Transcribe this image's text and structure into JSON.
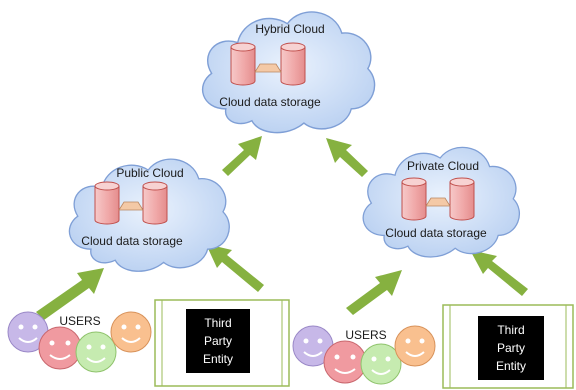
{
  "hybrid": {
    "title": "Hybrid Cloud",
    "storage_label": "Cloud data storage"
  },
  "public": {
    "title": "Public Cloud",
    "storage_label": "Cloud data storage"
  },
  "private": {
    "title": "Private Cloud",
    "storage_label": "Cloud data storage"
  },
  "users_left": {
    "label": "USERS"
  },
  "users_right": {
    "label": "USERS"
  },
  "third_party_left": {
    "line1": "Third",
    "line2": "Party",
    "line3": "Entity"
  },
  "third_party_right": {
    "line1": "Third",
    "line2": "Party",
    "line3": "Entity"
  },
  "colors": {
    "cloud_fill": "#cfe0f7",
    "cloud_stroke": "#7f9fd6",
    "db_fill": "#f3b8b8",
    "db_stroke": "#c0504d",
    "arrow": "#86b140",
    "third_party_box": "#000000",
    "frame_stroke": "#9bbb59",
    "smiley_purple": "#c7b8e8",
    "smiley_pink": "#f09aa0",
    "smiley_green": "#c6ebb0",
    "smiley_orange": "#f9c08f"
  }
}
